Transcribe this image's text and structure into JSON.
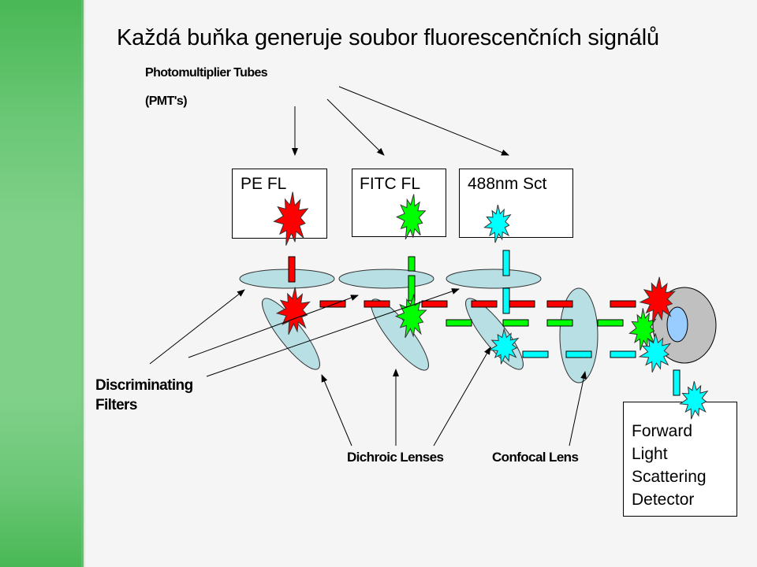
{
  "title": "Každá buňka generuje soubor fluorescenčních signálů",
  "labels": {
    "pmt_line1": "Photomultiplier Tubes",
    "pmt_line2": "(PMT's)",
    "discriminating_line1": "Discriminating",
    "discriminating_line2": "Filters",
    "dichroic": "Dichroic Lenses",
    "confocal": "Confocal Lens"
  },
  "detectors": [
    {
      "label": "PE  FL",
      "signal": "red"
    },
    {
      "label": "FITC FL",
      "signal": "green"
    },
    {
      "label": "488nm Sct",
      "signal": "cyan"
    }
  ],
  "forward_detector": {
    "lines": [
      "Forward",
      "Light",
      "Scattering",
      "Detector"
    ]
  },
  "colors": {
    "red": "#ff0000",
    "green": "#00ff00",
    "cyan": "#00ffff",
    "lens": "#b8dfe3",
    "cell": "#c0c0c0",
    "nucleus": "#99ccff",
    "sidebar": "#6cc877"
  }
}
